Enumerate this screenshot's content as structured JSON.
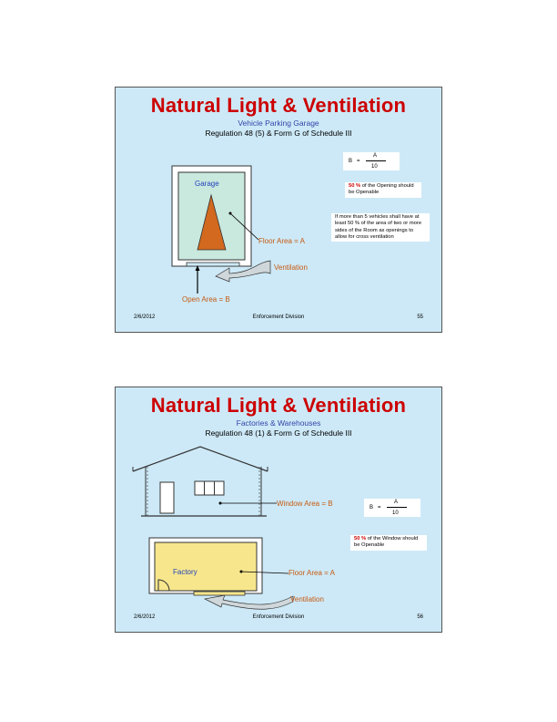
{
  "slides": [
    {
      "title": "Natural Light & Ventilation",
      "subtitle": "Vehicle Parking Garage",
      "regulation": "Regulation 48 (5) & Form G of Schedule III",
      "formula": {
        "left": "B",
        "eq": "=",
        "numerator": "A",
        "denominator": "10"
      },
      "openable_note": {
        "pct": "50 %",
        "rest": " of the Opening should be Openable"
      },
      "vehicles_note": "If more than 5 vehicles shall have at least 50 % of the area of two or more sides of the Room as openings to allow for cross ventilation",
      "labels": {
        "room": "Garage",
        "floor_area": "Floor Area = A",
        "ventilation": "Ventilation",
        "open_area": "Open Area = B"
      },
      "footer": {
        "date": "2/6/2012",
        "division": "Enforcement Division",
        "page": "55"
      }
    },
    {
      "title": "Natural Light & Ventilation",
      "subtitle": "Factories & Warehouses",
      "regulation": "Regulation 48 (1) & Form G of Schedule III",
      "formula": {
        "left": "B",
        "eq": "=",
        "numerator": "A",
        "denominator": "10"
      },
      "openable_note": {
        "pct": "50 %",
        "rest": " of the Window should be Openable"
      },
      "labels": {
        "window_area": "Window Area = B",
        "room": "Factory",
        "floor_area": "Floor Area = A",
        "ventilation": "Ventilation"
      },
      "footer": {
        "date": "2/6/2012",
        "division": "Enforcement Division",
        "page": "56"
      }
    }
  ],
  "colors": {
    "slide_bg": "#cde9f7",
    "title": "#cc0000",
    "triangle": "#d2691e",
    "garage_floor": "#c9e8de",
    "factory_floor": "#f7e68c",
    "label_orange": "#c65a11",
    "label_blue": "#2244bb"
  }
}
